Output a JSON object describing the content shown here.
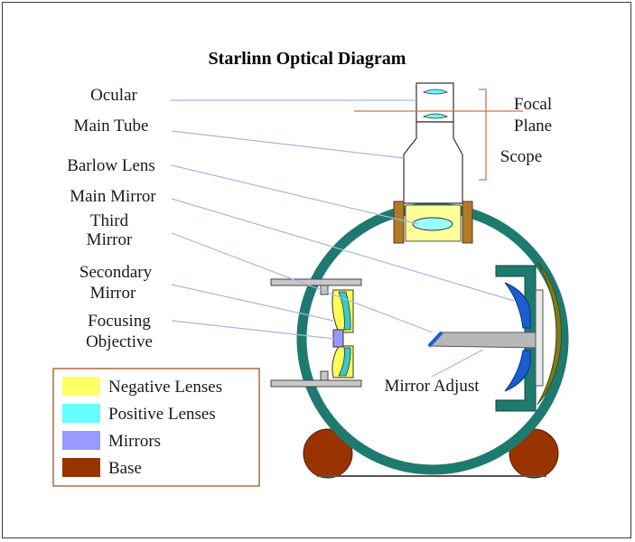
{
  "title": "Starlinn Optical Diagram",
  "labels": {
    "ocular": "Ocular",
    "main_tube": "Main Tube",
    "barlow_lens": "Barlow Lens",
    "main_mirror": "Main Mirror",
    "third_mirror_1": "Third",
    "third_mirror_2": "Mirror",
    "secondary_mirror_1": "Secondary",
    "secondary_mirror_2": "Mirror",
    "focusing_objective_1": "Focusing",
    "focusing_objective_2": "Objective",
    "focal_plane_1": "Focal",
    "focal_plane_2": "Plane",
    "scope": "Scope",
    "mirror_adjust": "Mirror Adjust"
  },
  "legend": {
    "items": [
      {
        "label": "Negative Lenses",
        "color": "#ffff66"
      },
      {
        "label": "Positive Lenses",
        "color": "#66ffff"
      },
      {
        "label": "Mirrors",
        "color": "#9999ff"
      },
      {
        "label": "Base",
        "color": "#993300"
      }
    ]
  },
  "colors": {
    "tube": "#1e7a6e",
    "base": "#993300",
    "mirror_blue": "#1a5fd0",
    "olive": "#7a7a1e",
    "bracket": "#c87850",
    "focuser": "#b07a2a"
  }
}
